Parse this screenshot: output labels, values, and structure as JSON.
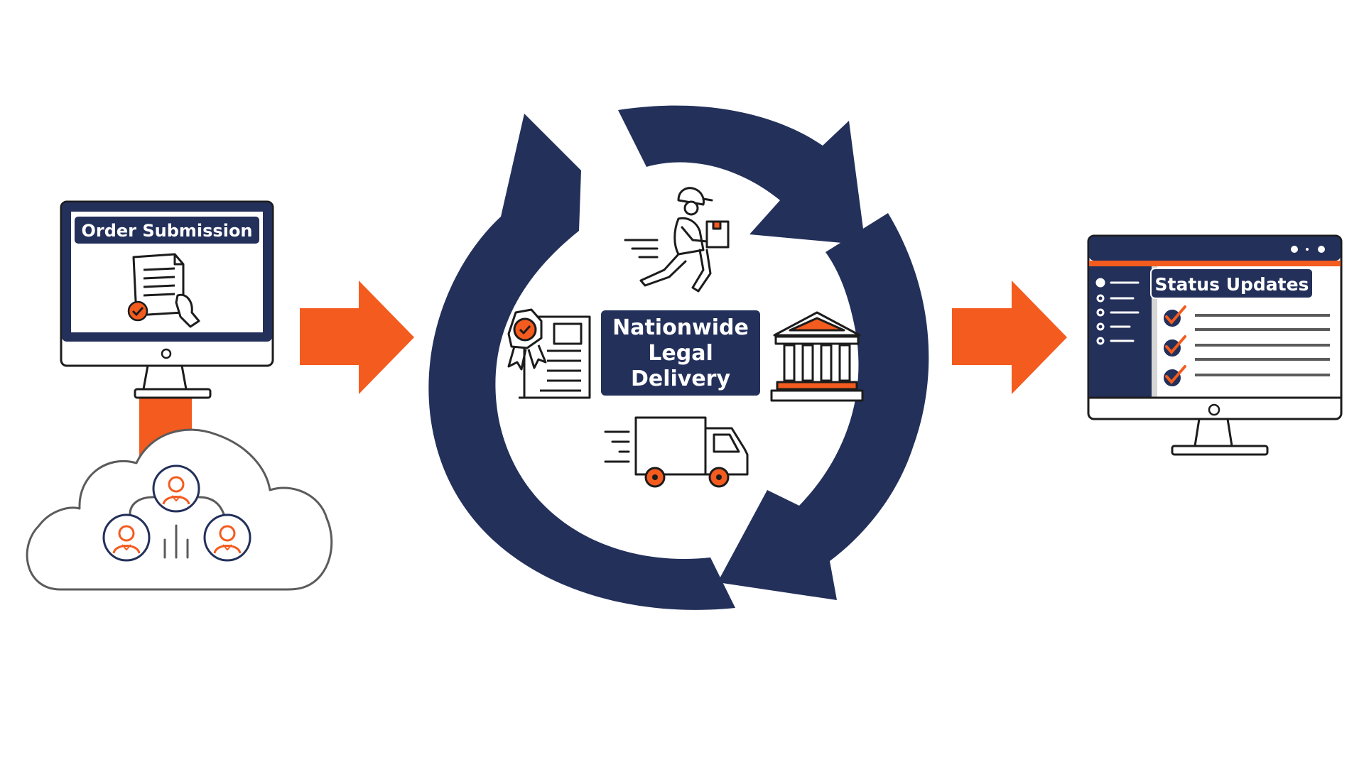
{
  "left_panel": {
    "label": "Order Submission"
  },
  "center_panel": {
    "label_lines": [
      "Nationwide",
      "Legal",
      "Delivery"
    ]
  },
  "right_panel": {
    "label": "Status Updates"
  },
  "colors": {
    "navy": "#23305a",
    "orange": "#f45b1e",
    "outline": "#1c1c1c",
    "gray": "#5b5b5b"
  },
  "icons": {
    "left": [
      "monitor-icon",
      "document-hand-icon",
      "checkmark-badge-icon",
      "cloud-icon",
      "person-icon"
    ],
    "center": [
      "runner-package-icon",
      "certificate-icon",
      "courthouse-icon",
      "truck-icon",
      "cycle-arrows-icon"
    ],
    "right": [
      "monitor-icon",
      "checkmark-icon",
      "list-icon"
    ],
    "connectors": [
      "arrow-right-icon",
      "arrow-right-icon",
      "vertical-bar-connector"
    ]
  }
}
